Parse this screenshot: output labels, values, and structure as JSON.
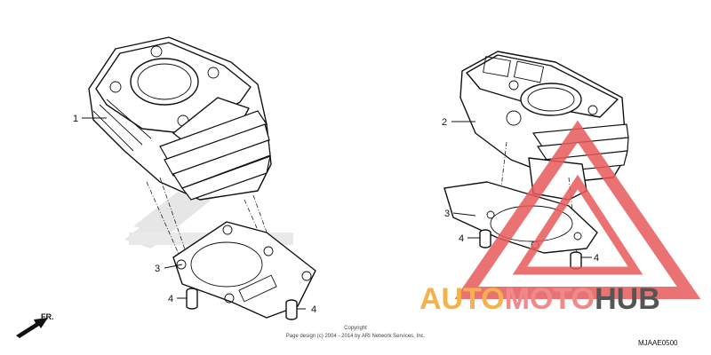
{
  "callouts": {
    "left_1": "1",
    "left_3": "3",
    "left_4a": "4",
    "left_4b": "4",
    "right_2": "2",
    "right_3": "3",
    "right_4a": "4",
    "right_4b": "4"
  },
  "direction": {
    "label": "FR."
  },
  "copyright": {
    "line1": "Copyright",
    "line2": "Page design (c) 2004 - 2014 by ARI Network Services, Inc."
  },
  "diagram_code": "MJAAE0500",
  "watermark": {
    "part1": "AUTO",
    "part2": "MOTO",
    "part3": "HUB"
  },
  "colors": {
    "watermark_red": "#e85a5a",
    "watermark_orange": "#f4b24a",
    "watermark_gray": "#555555"
  }
}
